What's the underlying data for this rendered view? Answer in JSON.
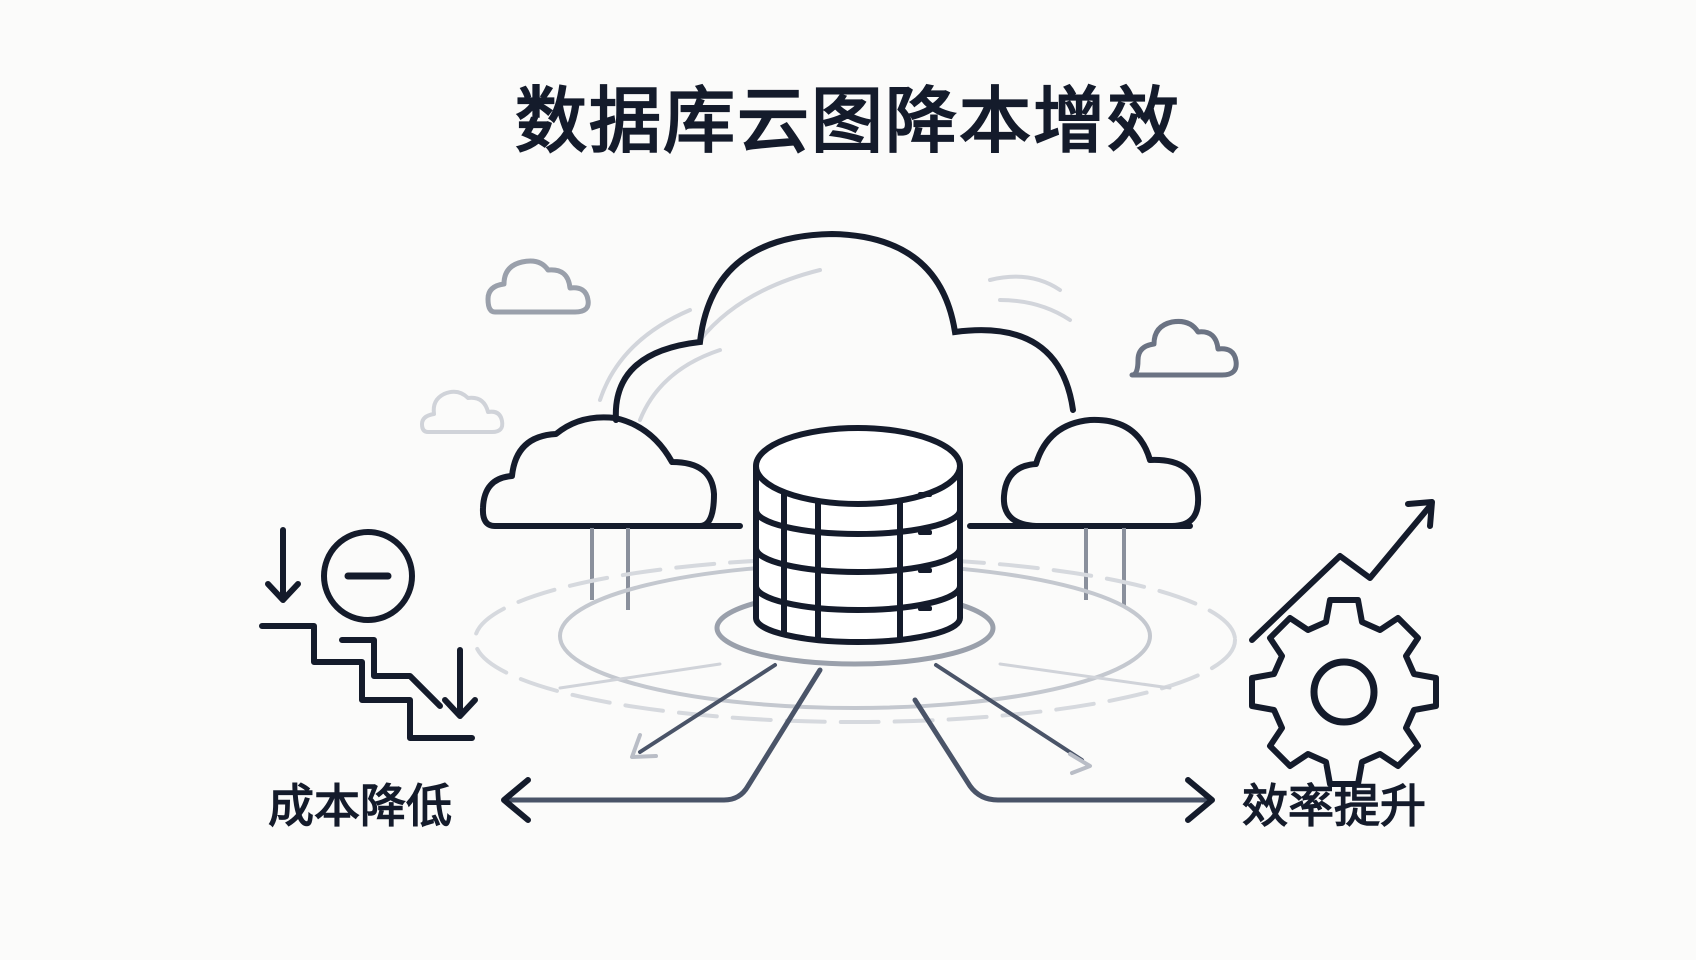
{
  "title": "数据库云图降本增效",
  "left_label": "成本降低",
  "right_label": "效率提升",
  "colors": {
    "ink": "#141b2b",
    "mid": "#4a5468",
    "light": "#b9bdc6",
    "background": "#fbfbfa"
  },
  "icons": {
    "center": "cloud-database-icon",
    "left": "cost-down-stairs-icon",
    "right": "efficiency-gear-arrow-icon"
  }
}
